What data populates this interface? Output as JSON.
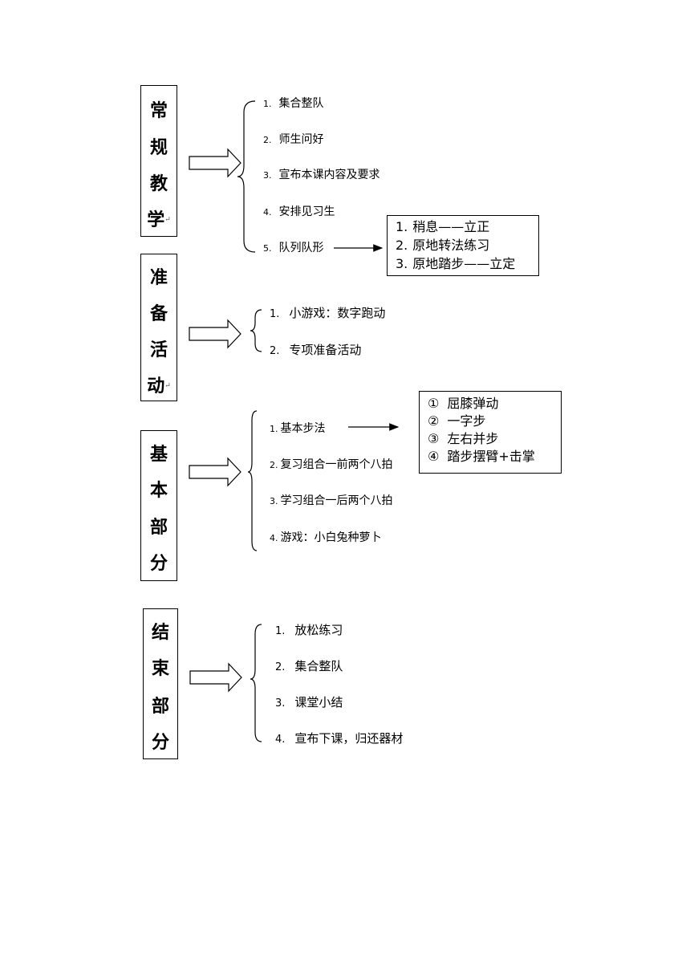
{
  "sections": [
    {
      "chars": [
        "常",
        "规",
        "教",
        "学"
      ],
      "return_mark": "↵",
      "items": [
        {
          "num": "1.",
          "text": "集合整队"
        },
        {
          "num": "2.",
          "text": "师生问好"
        },
        {
          "num": "3.",
          "text": "宣布本课内容及要求"
        },
        {
          "num": "4.",
          "text": "安排见习生"
        },
        {
          "num": "5.",
          "text": "队列队形"
        }
      ],
      "sub_box": [
        {
          "num": "1.",
          "text": "稍息——立正"
        },
        {
          "num": "2.",
          "text": "原地转法练习"
        },
        {
          "num": "3.",
          "text": "原地踏步——立定"
        }
      ]
    },
    {
      "chars": [
        "准",
        "备",
        "活",
        "动"
      ],
      "return_mark": "↵",
      "items": [
        {
          "num": "1.",
          "text": "小游戏：数字跑动"
        },
        {
          "num": "2.",
          "text": "专项准备活动"
        }
      ]
    },
    {
      "chars": [
        "基",
        "本",
        "部",
        "分"
      ],
      "items": [
        {
          "num": "1.",
          "text": "基本步法"
        },
        {
          "num": "2.",
          "text": "复习组合一前两个八拍"
        },
        {
          "num": "3.",
          "text": "学习组合一后两个八拍"
        },
        {
          "num": "4.",
          "text": "游戏：小白兔种萝卜"
        }
      ],
      "sub_box": [
        {
          "num": "①",
          "text": "屈膝弹动"
        },
        {
          "num": "②",
          "text": "一字步"
        },
        {
          "num": "③",
          "text": "左右并步"
        },
        {
          "num": "④",
          "text": "踏步摆臂+击掌"
        }
      ]
    },
    {
      "chars": [
        "结",
        "束",
        "部",
        "分"
      ],
      "items": [
        {
          "num": "1.",
          "text": "放松练习"
        },
        {
          "num": "2.",
          "text": "集合整队"
        },
        {
          "num": "3.",
          "text": "课堂小结"
        },
        {
          "num": "4.",
          "text": "宣布下课，归还器材"
        }
      ]
    }
  ]
}
